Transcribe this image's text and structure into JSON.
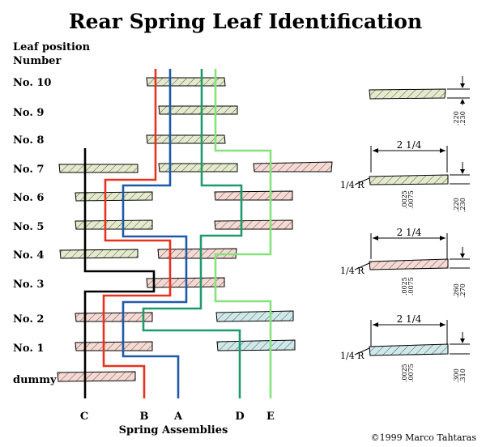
{
  "title": "Rear Spring Leaf Identification",
  "heading_line1": "Leaf position",
  "heading_line2": "Number",
  "rows": [
    {
      "label": "No. 10"
    },
    {
      "label": "No. 9"
    },
    {
      "label": "No. 8"
    },
    {
      "label": "No. 7"
    },
    {
      "label": "No. 6"
    },
    {
      "label": "No. 5"
    },
    {
      "label": "No. 4"
    },
    {
      "label": "No. 3"
    },
    {
      "label": "No. 2"
    },
    {
      "label": "No. 1"
    },
    {
      "label": "dummy"
    }
  ],
  "assemblies": [
    {
      "letter": "C",
      "color": "#000000"
    },
    {
      "letter": "B",
      "color": "#e8321e"
    },
    {
      "letter": "A",
      "color": "#1f5aa8"
    },
    {
      "letter": "D",
      "color": "#1f9a6a"
    },
    {
      "letter": "E",
      "color": "#86e27a"
    }
  ],
  "assemblies_caption": "Spring Assemblies",
  "copyright": "©1999 Marco Tahtaras",
  "colors": {
    "leaf_green": "#e3ebcc",
    "leaf_pink": "#f6d9d2",
    "leaf_blue": "#cfe9ea",
    "hatch": "#5a5a5a"
  },
  "details": {
    "top": {
      "thickness": [
        ".220",
        ".230"
      ]
    },
    "middle1": {
      "width": "2 1/4",
      "radius": "1/4 R",
      "offset": [
        ".0025",
        ".0075"
      ],
      "thickness": [
        ".220",
        ".230"
      ]
    },
    "middle2": {
      "width": "2 1/4",
      "radius": "1/4 R",
      "offset": [
        ".0025",
        ".0075"
      ],
      "thickness": [
        ".260",
        ".270"
      ]
    },
    "bottom": {
      "width": "2 1/4",
      "radius": "1/4 R",
      "offset": [
        ".0025",
        ".0075"
      ],
      "thickness": [
        ".300",
        ".310"
      ]
    }
  }
}
